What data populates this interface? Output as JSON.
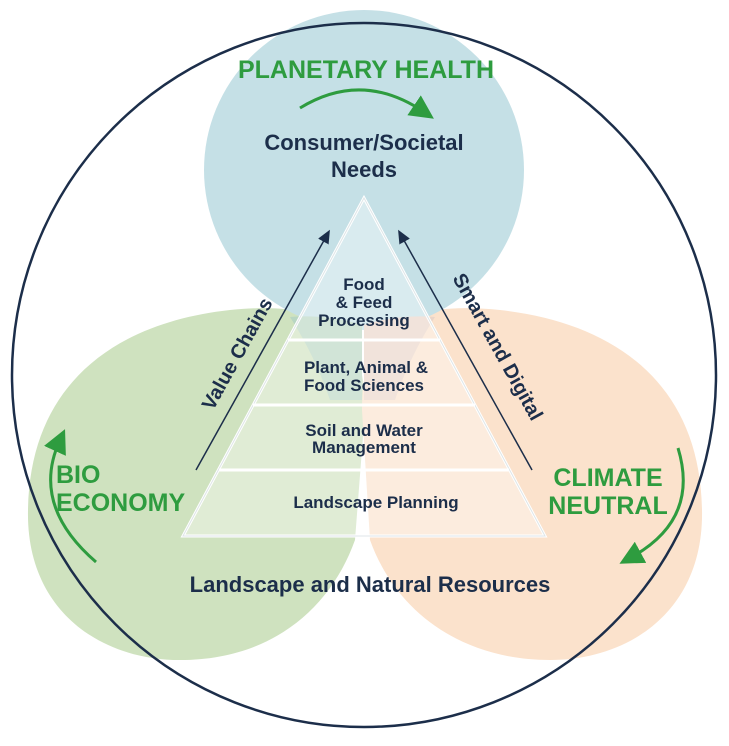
{
  "top_label": "PLANETARY HEALTH",
  "left_label": {
    "line1": "BIO",
    "line2": "ECONOMY"
  },
  "right_label": {
    "line1": "CLIMATE",
    "line2": "NEUTRAL"
  },
  "top_circle_label": {
    "line1": "Consumer/Societal",
    "line2": "Needs"
  },
  "bottom_label": "Landscape and Natural Resources",
  "left_arrow_label": "Value Chains",
  "right_arrow_label": "Smart and Digital",
  "tiers": [
    {
      "line1": "Food",
      "line2": "& Feed",
      "line3": "Processing"
    },
    {
      "line1": "Plant, Animal &",
      "line2": "Food Sciences"
    },
    {
      "line1": "Soil and Water",
      "line2": "Management"
    },
    {
      "line1": "Landscape Planning"
    }
  ],
  "colors": {
    "top_circle": "#c5e0e6",
    "left_circle": "#cfe2bf",
    "right_circle": "#fbe2cc",
    "accent_green": "#2e9c3f",
    "navy": "#1c2e4a"
  }
}
